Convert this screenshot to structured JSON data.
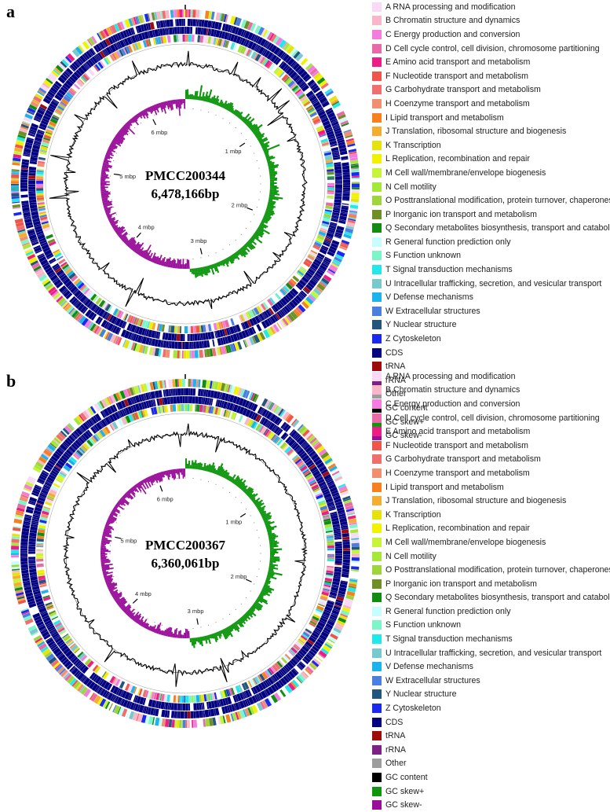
{
  "legend_items": [
    {
      "label": "A RNA processing and modification",
      "color": "#f9d9f5"
    },
    {
      "label": "B Chromatin structure and dynamics",
      "color": "#f9b6c8"
    },
    {
      "label": "C Energy production and conversion",
      "color": "#f27ce0"
    },
    {
      "label": "D Cell cycle control, cell division, chromosome partitioning",
      "color": "#e86aa6"
    },
    {
      "label": "E Amino acid transport and metabolism",
      "color": "#ec1e86"
    },
    {
      "label": "F Nucleotide transport and metabolism",
      "color": "#f0554c"
    },
    {
      "label": "G Carbohydrate transport and metabolism",
      "color": "#ef6f6f"
    },
    {
      "label": "H Coenzyme transport and metabolism",
      "color": "#f09070"
    },
    {
      "label": "I Lipid transport and metabolism",
      "color": "#f7801f"
    },
    {
      "label": "J Translation, ribosomal structure and biogenesis",
      "color": "#f4ad2f"
    },
    {
      "label": "K Transcription",
      "color": "#e8e20b"
    },
    {
      "label": "L Replication, recombination and repair",
      "color": "#f2f200"
    },
    {
      "label": "M Cell wall/membrane/envelope biogenesis",
      "color": "#c6f43a"
    },
    {
      "label": "N Cell motility",
      "color": "#a5e83a"
    },
    {
      "label": "O Posttranslational modification, protein turnover, chaperones",
      "color": "#9ed53b"
    },
    {
      "label": "P Inorganic ion transport and metabolism",
      "color": "#6e8f24"
    },
    {
      "label": "Q Secondary metabolites biosynthesis, transport and catabolism",
      "color": "#128c13"
    },
    {
      "label": "R General function prediction only",
      "color": "#c8fdfd"
    },
    {
      "label": "S Function unknown",
      "color": "#7cf5c8"
    },
    {
      "label": "T Signal transduction mechanisms",
      "color": "#22e9e9"
    },
    {
      "label": "U Intracellular trafficking, secretion, and vesicular transport",
      "color": "#77c9cd"
    },
    {
      "label": "V Defense mechanisms",
      "color": "#1cb2ea"
    },
    {
      "label": "W Extracellular structures",
      "color": "#4a7fe0"
    },
    {
      "label": "Y Nuclear structure",
      "color": "#24557c"
    },
    {
      "label": "Z Cytoskeleton",
      "color": "#1b29ee"
    },
    {
      "label": "CDS",
      "color": "#000080"
    },
    {
      "label": "tRNA",
      "color": "#9e0b0b"
    },
    {
      "label": "rRNA",
      "color": "#7d2185"
    },
    {
      "label": "Other",
      "color": "#9c9c9c"
    },
    {
      "label": "GC content",
      "color": "#000000"
    },
    {
      "label": "GC skew+",
      "color": "#0e960e"
    },
    {
      "label": "GC skew-",
      "color": "#9a0f9a"
    }
  ],
  "panels": [
    {
      "label": "a",
      "strain": "PMCC200344",
      "size": "6,478,166bp",
      "mbp_marks": [
        "1 mbp",
        "2 mbp",
        "3 mbp",
        "4 mbp",
        "5 mbp",
        "6 mbp"
      ]
    },
    {
      "label": "b",
      "strain": "PMCC200367",
      "size": "6,360,061bp",
      "mbp_marks": [
        "1 mbp",
        "2 mbp",
        "3 mbp",
        "4 mbp",
        "5 mbp",
        "6 mbp"
      ]
    }
  ]
}
